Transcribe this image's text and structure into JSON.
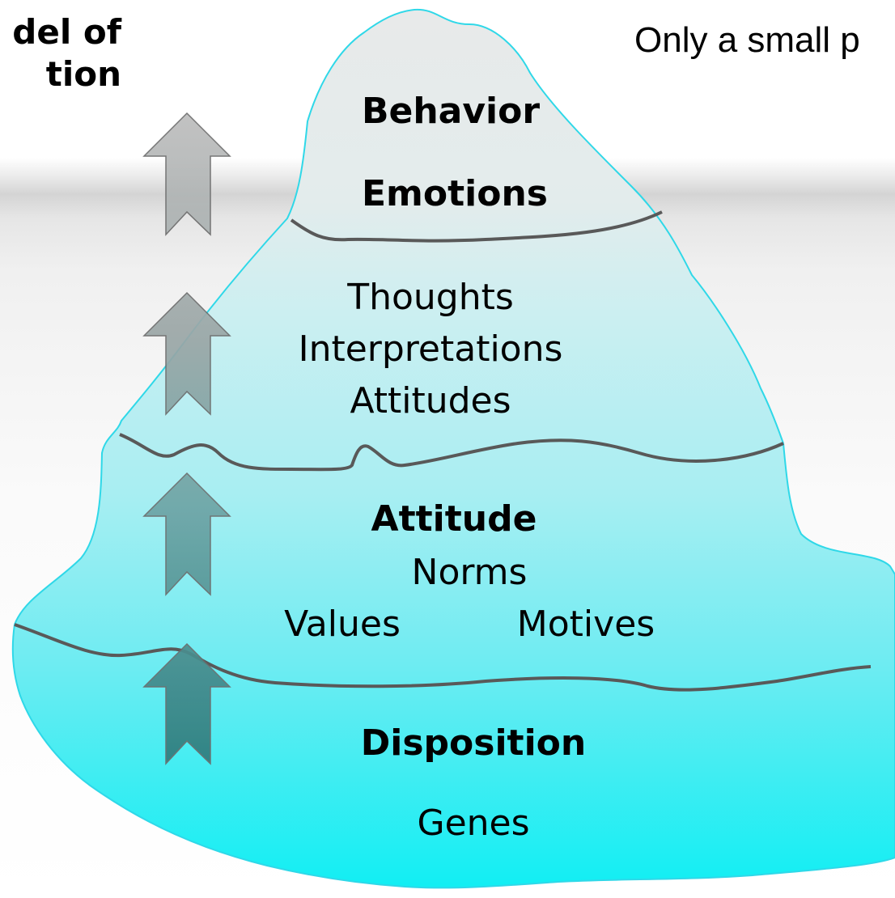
{
  "title": {
    "line1": "del of",
    "line2": "tion"
  },
  "note": "Only a small p",
  "layers": {
    "tip": {
      "heading1": "Behavior",
      "heading2": "Emotions"
    },
    "cognition": {
      "items": [
        "Thoughts",
        "Interpretations",
        "Attitudes"
      ]
    },
    "attitude": {
      "heading": "Attitude",
      "items": [
        "Norms",
        "Values",
        "Motives"
      ]
    },
    "disposition": {
      "heading": "Disposition",
      "items": [
        "Genes"
      ]
    }
  },
  "colors": {
    "ice_tip": "#e6eaea",
    "ice_middle": "#bff2f5",
    "ice_bottom": "#1aeef2",
    "outline": "#2fd8e8",
    "layer_line": "#555555",
    "arrow_top": "#b8b8b8",
    "arrow_bottom": "#357a7a"
  }
}
